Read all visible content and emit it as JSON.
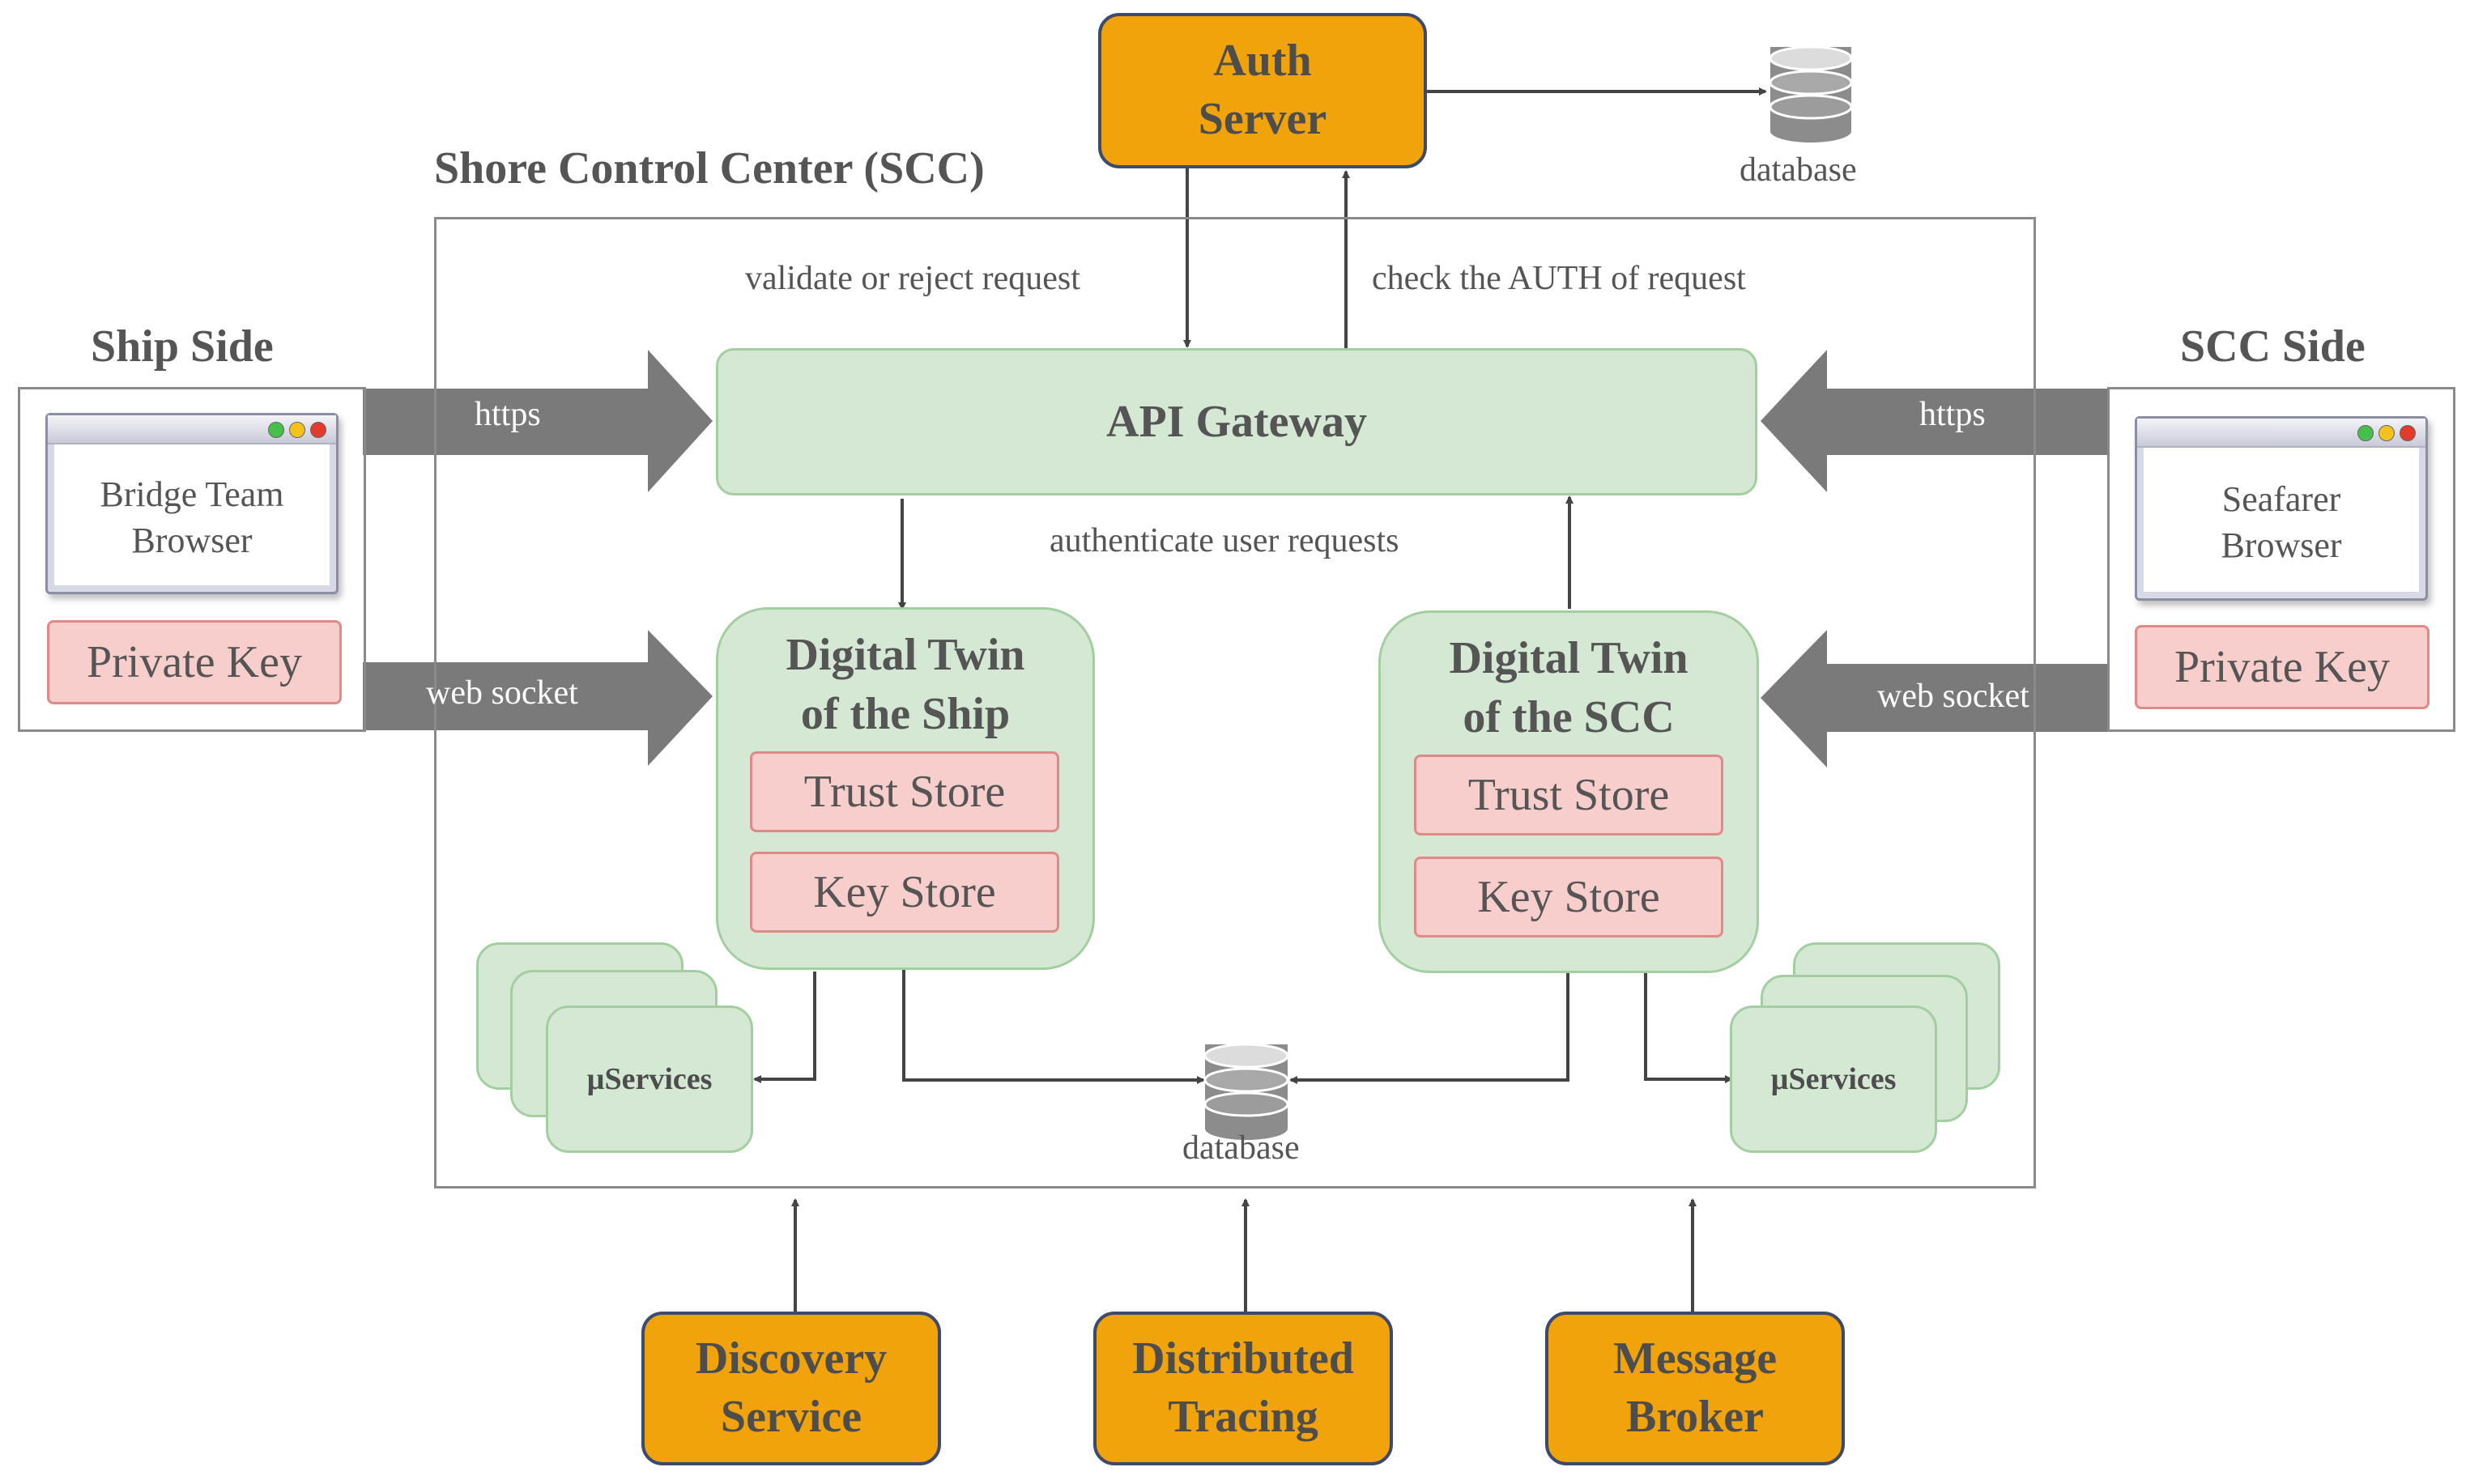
{
  "nodes": {
    "auth_server": "Auth\nServer",
    "auth_database": "database",
    "scc_title": "Shore Control Center (SCC)",
    "api_gateway": "API Gateway",
    "dt_ship": "Digital Twin\nof the Ship",
    "dt_scc": "Digital Twin\nof the SCC",
    "trust_store": "Trust Store",
    "key_store": "Key Store",
    "microservices": "µServices",
    "center_database": "database",
    "discovery": "Discovery\nService",
    "tracing": "Distributed\nTracing",
    "broker": "Message\nBroker"
  },
  "edges": {
    "validate": "validate or reject request",
    "check_auth": "check the AUTH of request",
    "authenticate": "authenticate user requests",
    "https": "https",
    "web_socket": "web socket"
  },
  "ship_side": {
    "title": "Ship Side",
    "browser": "Bridge Team\nBrowser",
    "private_key": "Private Key"
  },
  "scc_side": {
    "title": "SCC Side",
    "browser": "Seafarer\nBrowser",
    "private_key": "Private Key"
  },
  "colors": {
    "orange": "#f0a30a",
    "green_fill": "#d5e8d4",
    "green_border": "#a3cfa0",
    "pink_fill": "#f8cecc",
    "arrow_gray": "#7a7a7a",
    "edge": "#444444"
  }
}
